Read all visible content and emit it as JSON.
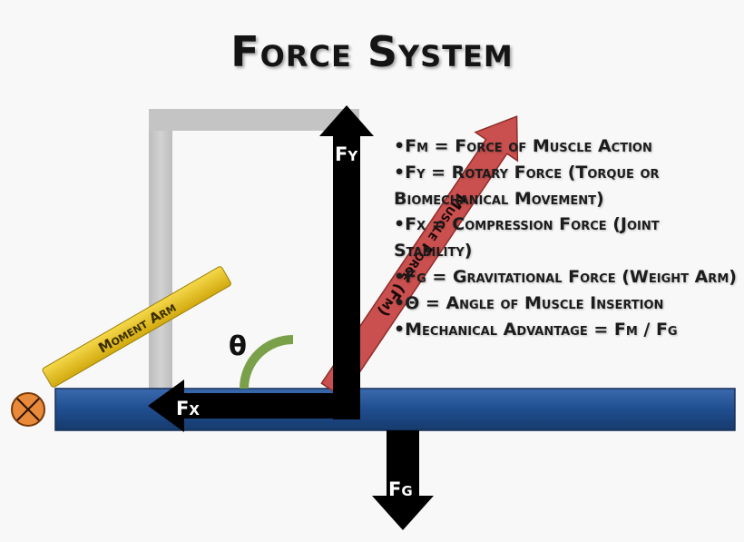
{
  "title": "Force System",
  "labels": {
    "muscle_force": "Muscle Force (Fm)",
    "moment_arm": "Moment Arm",
    "fy": "Fy",
    "fx": "Fx",
    "fg": "Fg",
    "theta": "θ"
  },
  "legend": [
    "•Fm = Force of Muscle Action",
    "•Fy = Rotary Force (Torque or Biomechanical Movement)",
    "•Fx = Compression Force (Joint Stability)",
    "•Fg = Gravitational Force (Weight Arm)",
    "•Θ = Angle of Muscle Insertion",
    "•Mechanical Advantage = Fm / Fg"
  ],
  "colors": {
    "bar": "#1f4e8f",
    "muscle_arrow": "#c9504e",
    "moment_arm": "#e6c21c",
    "frame": "#c4c4c4",
    "angle_arc": "#7aa14a",
    "axis_marker": "#e88a3a",
    "force_arrows": "#000000"
  }
}
